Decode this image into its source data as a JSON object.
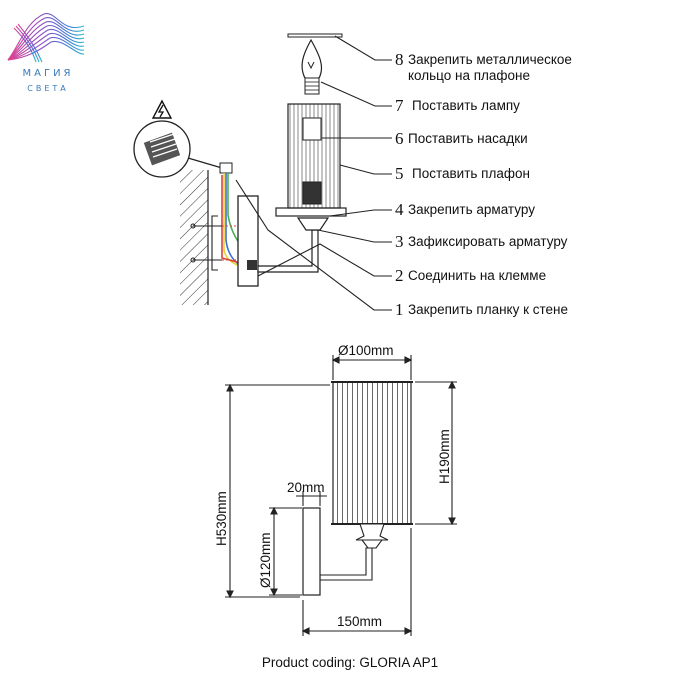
{
  "logo": {
    "line1": "МАГИЯ",
    "line2": "СВЕТА",
    "colors": [
      "#e0418e",
      "#8a4fc8",
      "#3e7fd6",
      "#2fb7c9"
    ]
  },
  "steps": [
    {
      "num": "8",
      "text": "Закрепить металлическое",
      "text2": "кольцо на плафоне"
    },
    {
      "num": "7",
      "text": "Поставить лампу"
    },
    {
      "num": "6",
      "text": "Поставить насадки"
    },
    {
      "num": "5",
      "text": "Поставить плафон"
    },
    {
      "num": "4",
      "text": "Закрепить арматуру"
    },
    {
      "num": "3",
      "text": "Зафиксировать арматуру"
    },
    {
      "num": "2",
      "text": "Соединить на клемме"
    },
    {
      "num": "1",
      "text": "Закрепить планку к стене"
    }
  ],
  "dimensions": {
    "shade_diameter": "Ø100mm",
    "total_height": "H530mm",
    "shade_height": "H190mm",
    "plate_width": "20mm",
    "plate_diameter": "Ø120mm",
    "depth": "150mm"
  },
  "footer": {
    "coding": "Product coding: GLORIA AP1"
  },
  "colors": {
    "line": "#222222",
    "wire_green": "#4caf50",
    "wire_yellow": "#e6d23a",
    "wire_red": "#d9453a",
    "wire_blue": "#3a6fd9"
  }
}
